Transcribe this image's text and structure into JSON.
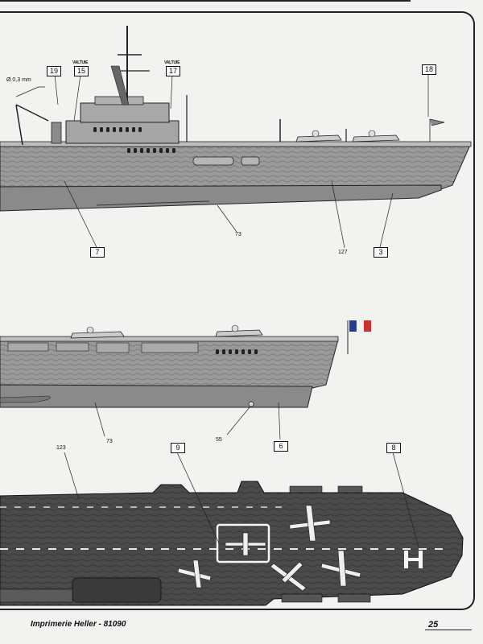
{
  "callouts": {
    "c19": "19",
    "c15": "15",
    "c17": "17",
    "c18": "18",
    "c7": "7",
    "c3": "3",
    "c6": "6",
    "c9": "9",
    "c8": "8"
  },
  "small_labels": {
    "diameter": "Ø 0,3 mm",
    "valtuie_15": "VALTUIE",
    "valtuie_17": "VALTUIE",
    "n73_top": "73",
    "n127": "127",
    "n73_mid": "73",
    "n55": "55",
    "n123": "123"
  },
  "footer": {
    "printer": "Imprimerie Heller - 81090",
    "page": "25"
  },
  "colors": {
    "hull_gray": "#9a9a9a",
    "deck_dark": "#4a4a4a",
    "flag_blue": "#2a3a8a",
    "flag_red": "#c8332b"
  }
}
